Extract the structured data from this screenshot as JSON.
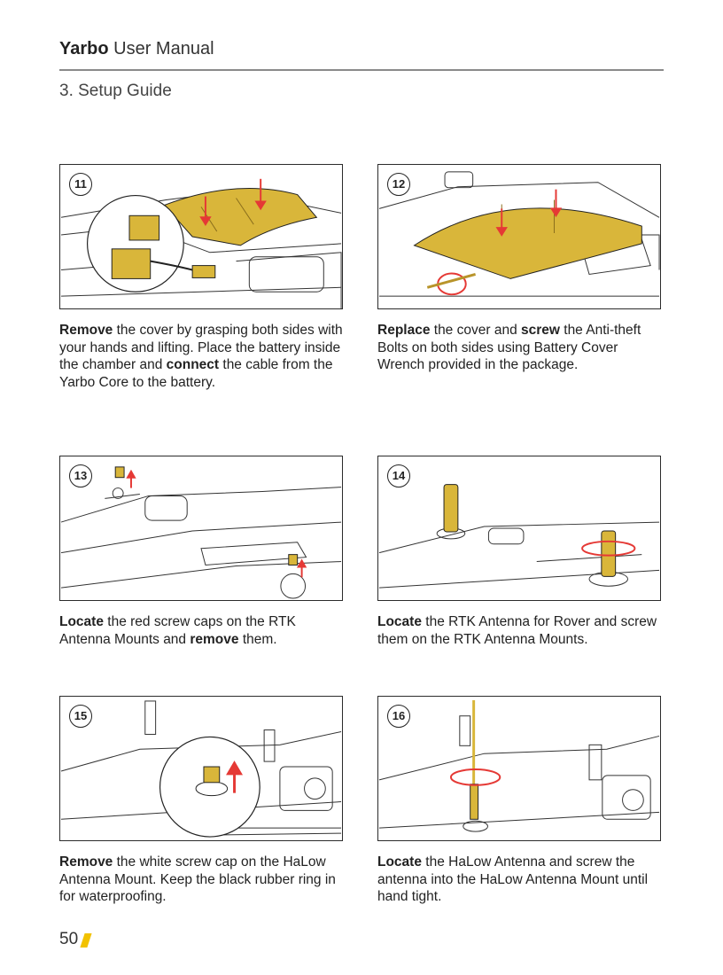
{
  "header": {
    "brand": "Yarbo",
    "title_rest": " User Manual"
  },
  "section": {
    "title": "3. Setup Guide"
  },
  "colors": {
    "accent": "#d9b63a",
    "accent_dark": "#b8942a",
    "arrow_red": "#e53935",
    "rule": "#8a8a8a"
  },
  "steps": [
    {
      "num": "11",
      "caption": [
        {
          "t": "Remove",
          "b": true
        },
        {
          "t": " the cover by grasping both sides with your hands and lifting. Place the battery inside the chamber and ",
          "b": false
        },
        {
          "t": "connect",
          "b": true
        },
        {
          "t": " the cable from the Yarbo Core to the battery.",
          "b": false
        }
      ]
    },
    {
      "num": "12",
      "caption": [
        {
          "t": "Replace",
          "b": true
        },
        {
          "t": " the cover and ",
          "b": false
        },
        {
          "t": "screw",
          "b": true
        },
        {
          "t": " the Anti-theft Bolts on both sides using Battery Cover Wrench provided in the package.",
          "b": false
        }
      ]
    },
    {
      "num": "13",
      "caption": [
        {
          "t": "Locate",
          "b": true
        },
        {
          "t": " the red screw caps on the RTK Antenna Mounts and ",
          "b": false
        },
        {
          "t": "remove",
          "b": true
        },
        {
          "t": " them.",
          "b": false
        }
      ]
    },
    {
      "num": "14",
      "caption": [
        {
          "t": "Locate",
          "b": true
        },
        {
          "t": " the RTK Antenna for Rover and screw them on the RTK Antenna Mounts.",
          "b": false
        }
      ]
    },
    {
      "num": "15",
      "caption": [
        {
          "t": "Remove",
          "b": true
        },
        {
          "t": " the white screw cap on the HaLow Antenna Mount. Keep the black rubber ring in for waterproofing.",
          "b": false
        }
      ]
    },
    {
      "num": "16",
      "caption": [
        {
          "t": "Locate",
          "b": true
        },
        {
          "t": " the HaLow Antenna and screw the antenna into the HaLow Antenna Mount until hand tight.",
          "b": false
        }
      ]
    }
  ],
  "footer": {
    "page_number": "50"
  }
}
